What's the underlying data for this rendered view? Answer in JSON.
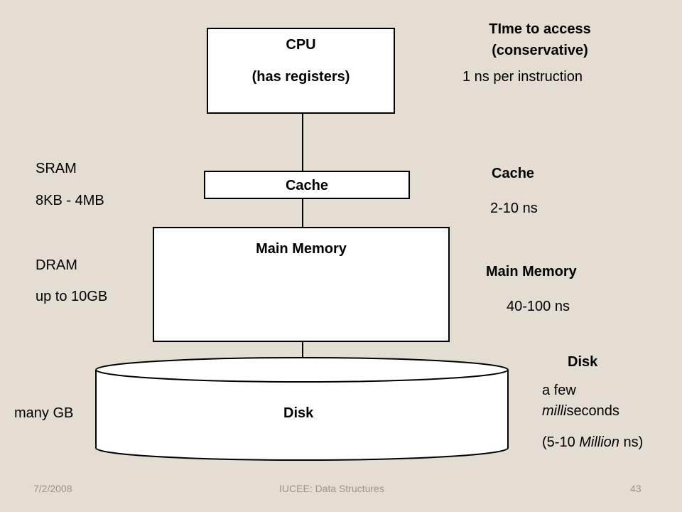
{
  "cpu": {
    "title": "CPU",
    "subtitle": "(has registers)"
  },
  "cache": {
    "label": "Cache"
  },
  "main_memory": {
    "label": "Main Memory"
  },
  "disk": {
    "label": "Disk"
  },
  "left_notes": {
    "sram": "SRAM",
    "sram_size": "8KB - 4MB",
    "dram": "DRAM",
    "dram_size": "up to 10GB",
    "disk_size": "many GB"
  },
  "access_times": {
    "header_line1": "TIme to access",
    "header_line2": "(conservative)",
    "cpu_time": "1 ns per instruction",
    "cache_title": "Cache",
    "cache_time": "2-10 ns",
    "memory_title": "Main Memory",
    "memory_time": "40-100 ns",
    "disk_title": "Disk",
    "disk_time_part1": "a few",
    "disk_time_italic": "milli",
    "disk_time_part2": "seconds",
    "disk_time_paren_open": "(5-10 ",
    "disk_time_paren_italic": "Million",
    "disk_time_paren_close": " ns)"
  },
  "footer": {
    "date": "7/2/2008",
    "course": "IUCEE:  Data Structures",
    "page": "43"
  }
}
